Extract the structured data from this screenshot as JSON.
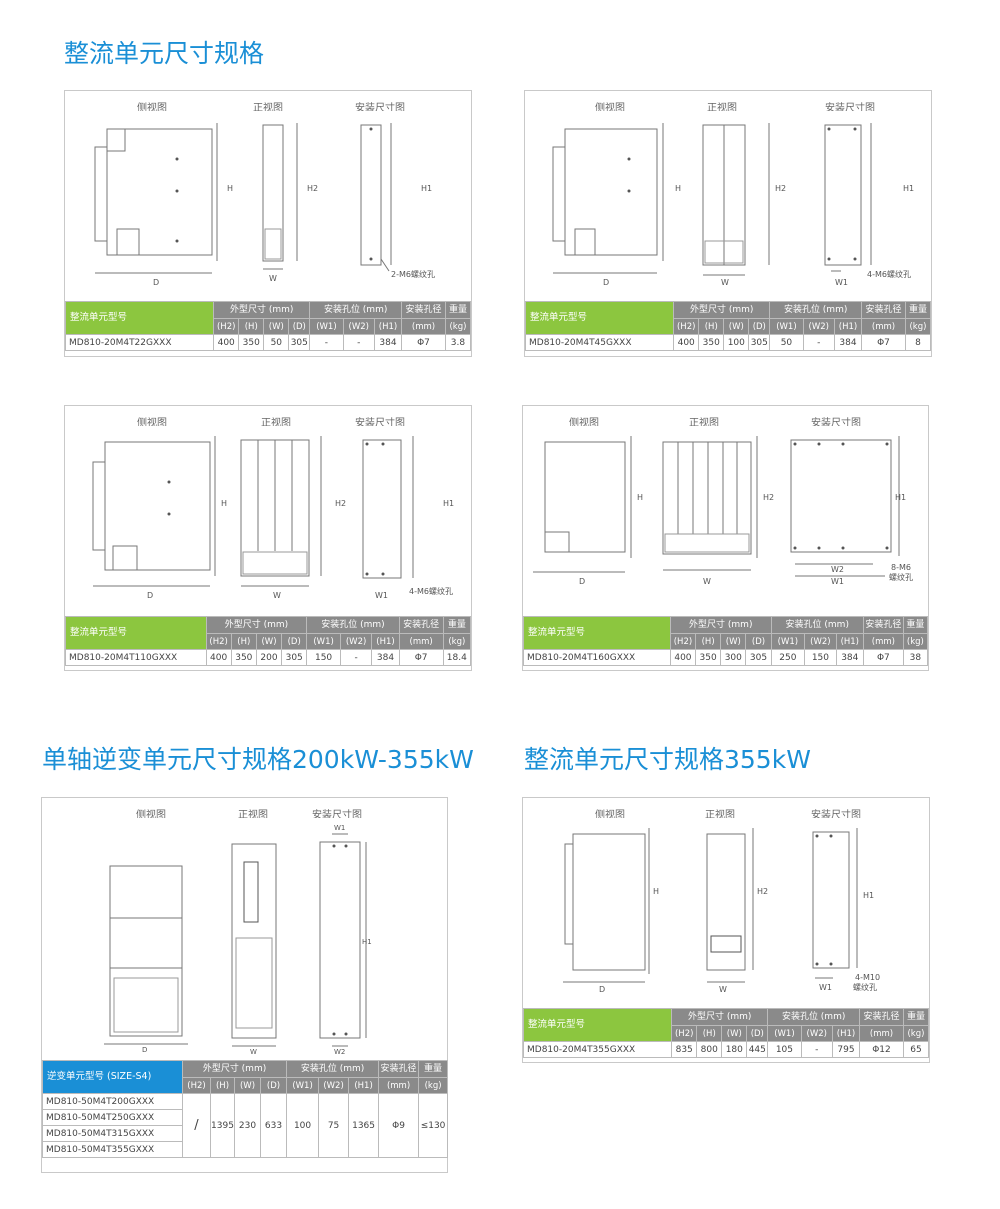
{
  "headings": {
    "top": "整流单元尺寸规格",
    "inverter": "单轴逆变单元尺寸规格200kW-355kW",
    "rectifier355": "整流单元尺寸规格355kW"
  },
  "views": {
    "side": "侧视图",
    "front": "正视图",
    "install": "安装尺寸图"
  },
  "dims": {
    "H": "H",
    "H1": "H1",
    "H2": "H2",
    "D": "D",
    "W": "W",
    "W1": "W1",
    "W2": "W2"
  },
  "hole_notes": {
    "p1": "2-M6螺纹孔",
    "p2": "4-M6螺纹孔",
    "p3": "4-M6螺纹孔",
    "p4_a": "8-M6",
    "p4_b": "螺纹孔",
    "p6_a": "4-M10",
    "p6_b": "螺纹孔"
  },
  "table_headers": {
    "rect_model": "整流单元型号",
    "inv_model": "逆变单元型号 (SIZE-S4)",
    "outer": "外型尺寸 (mm)",
    "mount": "安装孔位 (mm)",
    "hole": "安装孔径",
    "weight": "重量",
    "H2": "(H2)",
    "H": "(H)",
    "W": "(W)",
    "D": "(D)",
    "W1": "(W1)",
    "W2": "(W2)",
    "H1": "(H1)",
    "mm": "(mm)",
    "kg": "(kg)"
  },
  "tables": {
    "p1": {
      "model": "MD810-20M4T22GXXX",
      "vals": [
        "400",
        "350",
        "50",
        "305",
        "-",
        "-",
        "384",
        "Φ7",
        "3.8"
      ]
    },
    "p2": {
      "model": "MD810-20M4T45GXXX",
      "vals": [
        "400",
        "350",
        "100",
        "305",
        "50",
        "-",
        "384",
        "Φ7",
        "8"
      ]
    },
    "p3": {
      "model": "MD810-20M4T110GXXX",
      "vals": [
        "400",
        "350",
        "200",
        "305",
        "150",
        "-",
        "384",
        "Φ7",
        "18.4"
      ]
    },
    "p4": {
      "model": "MD810-20M4T160GXXX",
      "vals": [
        "400",
        "350",
        "300",
        "305",
        "250",
        "150",
        "384",
        "Φ7",
        "38"
      ]
    },
    "p6": {
      "model": "MD810-20M4T355GXXX",
      "vals": [
        "835",
        "800",
        "180",
        "445",
        "105",
        "-",
        "795",
        "Φ12",
        "65"
      ]
    },
    "p5": {
      "models": [
        "MD810-50M4T200GXXX",
        "MD810-50M4T250GXXX",
        "MD810-50M4T315GXXX",
        "MD810-50M4T355GXXX"
      ],
      "vals": [
        "/",
        "1395",
        "230",
        "633",
        "100",
        "75",
        "1365",
        "Φ9",
        "≤130"
      ]
    }
  }
}
